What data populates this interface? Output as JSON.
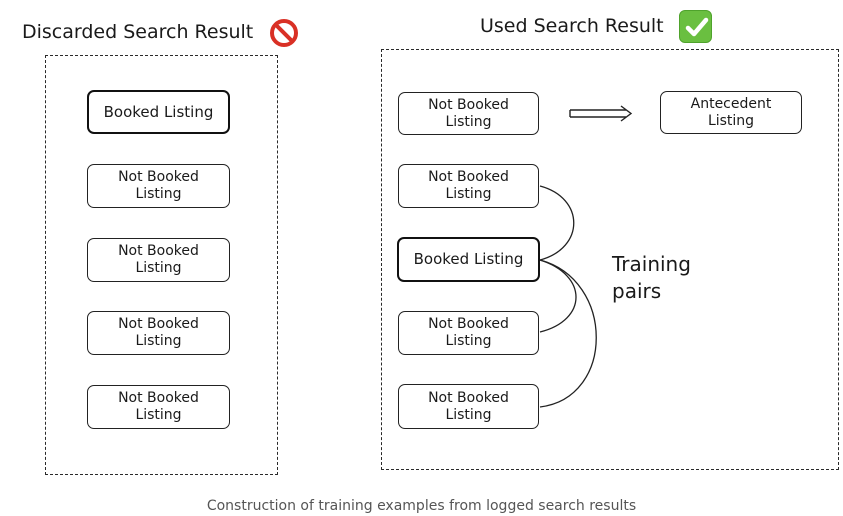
{
  "discarded": {
    "title": "Discarded Search Result",
    "icon": "prohibited-icon",
    "listings": [
      {
        "text": "Booked Listing",
        "booked": true
      },
      {
        "line1": "Not Booked",
        "line2": "Listing"
      },
      {
        "line1": "Not Booked",
        "line2": "Listing"
      },
      {
        "line1": "Not Booked",
        "line2": "Listing"
      },
      {
        "line1": "Not Booked",
        "line2": "Listing"
      }
    ]
  },
  "used": {
    "title": "Used Search Result",
    "icon": "check-mark-icon",
    "top_listing": {
      "line1": "Not Booked",
      "line2": "Listing"
    },
    "antecedent": {
      "line1": "Antecedent",
      "line2": "Listing"
    },
    "listings": [
      {
        "line1": "Not Booked",
        "line2": "Listing"
      },
      {
        "text": "Booked Listing",
        "booked": true
      },
      {
        "line1": "Not Booked",
        "line2": "Listing"
      },
      {
        "line1": "Not Booked",
        "line2": "Listing"
      }
    ],
    "pairs_label_line1": "Training",
    "pairs_label_line2": "pairs"
  },
  "caption": "Construction of training examples from logged search results",
  "colors": {
    "prohibited": "#d93025",
    "check": "#6abf40"
  }
}
